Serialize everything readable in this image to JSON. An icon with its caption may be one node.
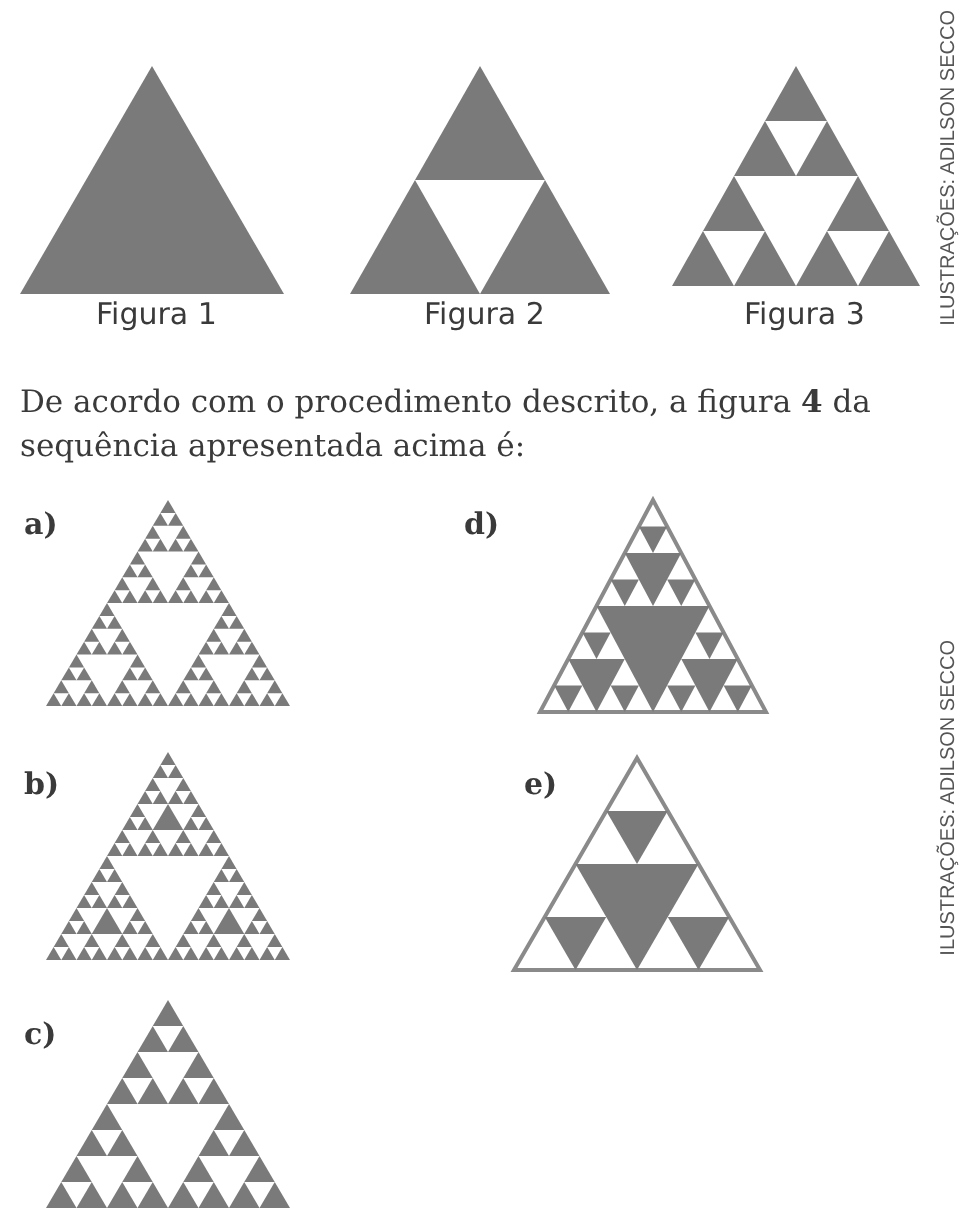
{
  "diagram": {
    "labels": [
      "Figura 1",
      "Figura 2",
      "Figura 3",
      "ILUSTRAÇÕES: ADILSON SECCO",
      "De acordo com o procedimento descrito, a figura **4** da sequência apresentada acima é:",
      "a)",
      "d)",
      "ILUSTRAÇÕES: ADILSON SECCO",
      "b)",
      "e)",
      "c)"
    ]
  }
}
